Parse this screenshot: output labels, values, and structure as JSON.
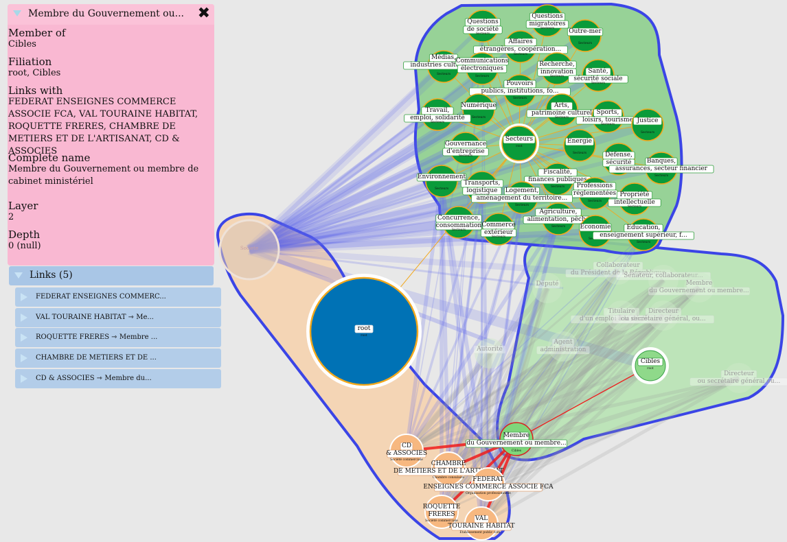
{
  "info": {
    "title": "Membre du Gouvernement ou...",
    "member_of_label": "Member of",
    "member_of": "Cibles",
    "filiation_label": "Filiation",
    "filiation": "root, Cibles",
    "links_with_label": "Links with",
    "links_with": "FEDERAT ENSEIGNES COMMERCE ASSOCIE FCA, VAL TOURAINE HABITAT, ROQUETTE FRERES, CHAMBRE DE METIERS ET DE L'ARTISANAT, CD & ASSOCIES",
    "complete_name_label": "Complete name",
    "complete_name": "Membre du Gouvernement ou membre de cabinet ministériel",
    "layer_label": "Layer",
    "layer": "2",
    "depth_label": "Depth",
    "depth": "0 (null)"
  },
  "links": {
    "header": "Links (5)",
    "items": [
      "FEDERAT ENSEIGNES COMMERC...",
      "VAL TOURAINE HABITAT ⇾ Me...",
      "ROQUETTE FRERES ⇾ Membre ...",
      "CHAMBRE DE METIERS ET DE ...",
      "CD & ASSOCIES ⇾ Membre du..."
    ]
  },
  "graph": {
    "root_label": "root",
    "root_sub": "root",
    "secteurs_hub": "Secteurs",
    "secteurs_sub": "root",
    "cibles_hub": "Cibles",
    "cibles_sub": "root",
    "faded_label": "Societe",
    "membre_label": [
      "Membre",
      "du Gouvernement ou membre..."
    ],
    "membre_sub": "Cibles",
    "secteur_sub": "Secteurs",
    "sector_nodes": [
      {
        "id": "questions-migratoires",
        "label": [
          "Questions",
          "migratoires"
        ]
      },
      {
        "id": "questions-societe",
        "label": [
          "Questions",
          "de société"
        ]
      },
      {
        "id": "outre-mer",
        "label": [
          "Outre-mer"
        ]
      },
      {
        "id": "affaires",
        "label": [
          "Affaires",
          "étrangères, coopération..."
        ]
      },
      {
        "id": "medias",
        "label": [
          "Médias,",
          "industries culturelles"
        ]
      },
      {
        "id": "communications",
        "label": [
          "Communications",
          "électroniques"
        ]
      },
      {
        "id": "recherche",
        "label": [
          "Recherche,",
          "innovation"
        ]
      },
      {
        "id": "sante",
        "label": [
          "Santé,",
          "sécurité sociale"
        ]
      },
      {
        "id": "pouvoirs",
        "label": [
          "Pouvoirs",
          "publics, institutions, fo..."
        ]
      },
      {
        "id": "numerique",
        "label": [
          "Numérique"
        ]
      },
      {
        "id": "travail",
        "label": [
          "Travail,",
          "emploi, solidarité"
        ]
      },
      {
        "id": "arts",
        "label": [
          "Arts,",
          "patrimoine culturel"
        ]
      },
      {
        "id": "sports",
        "label": [
          "Sports,",
          "loisirs, tourisme"
        ]
      },
      {
        "id": "justice",
        "label": [
          "Justice"
        ]
      },
      {
        "id": "gouvernance",
        "label": [
          "Gouvernance",
          "d'entreprise"
        ]
      },
      {
        "id": "energie",
        "label": [
          "Energie"
        ]
      },
      {
        "id": "defense",
        "label": [
          "Défense,",
          "sécurité"
        ]
      },
      {
        "id": "banques",
        "label": [
          "Banques,",
          "assurances, secteur financier"
        ]
      },
      {
        "id": "environnement",
        "label": [
          "Environnement"
        ]
      },
      {
        "id": "fiscalite",
        "label": [
          "Fiscalité,",
          "finances publiques"
        ]
      },
      {
        "id": "transports",
        "label": [
          "Transports,",
          "logistique"
        ]
      },
      {
        "id": "professions",
        "label": [
          "Professions",
          "réglementées"
        ]
      },
      {
        "id": "logement",
        "label": [
          "Logement,",
          "aménagement du territoire..."
        ]
      },
      {
        "id": "propriete",
        "label": [
          "Propriété",
          "intellectuelle"
        ]
      },
      {
        "id": "concurrence",
        "label": [
          "Concurrence,",
          "consommation"
        ]
      },
      {
        "id": "commerce",
        "label": [
          "Commerce",
          "extérieur"
        ]
      },
      {
        "id": "agriculture",
        "label": [
          "Agriculture,",
          "alimentation, pêche"
        ]
      },
      {
        "id": "economie",
        "label": [
          "Economie"
        ]
      },
      {
        "id": "education",
        "label": [
          "Education,",
          "enseignement supérieur, f..."
        ]
      }
    ],
    "faded_nodes": [
      {
        "id": "collaborateur-president",
        "label": [
          "Collaborateur",
          "du Président de la République"
        ]
      },
      {
        "id": "collaborateur-senat",
        "label": [
          "Sénateur, collaborateur..."
        ]
      },
      {
        "id": "membre-faded",
        "label": [
          "Membre",
          "du Gouvernement ou membre..."
        ]
      },
      {
        "id": "titulaire",
        "label": [
          "Titulaire",
          "d'un emploi à la décision..."
        ]
      },
      {
        "id": "directeur-secretaire",
        "label": [
          "Directeur",
          "ou secrétaire général, ou..."
        ]
      },
      {
        "id": "directeur-2",
        "label": [
          "Directeur",
          "ou secrétaire général ou..."
        ]
      },
      {
        "id": "deput",
        "label": [
          "Député"
        ]
      },
      {
        "id": "autorite",
        "label": [
          "Autorité"
        ]
      },
      {
        "id": "agent",
        "label": [
          "Agent",
          "administration"
        ]
      }
    ],
    "org_nodes": [
      {
        "id": "cd-associes",
        "label": [
          "CD",
          "& ASSOCIES"
        ],
        "sub": "Société commerciale"
      },
      {
        "id": "chambre-metiers",
        "label": [
          "CHAMBRE",
          "DE METIERS ET DE L'ARTISANAT"
        ],
        "sub": "Chambre consulaire"
      },
      {
        "id": "federat",
        "label": [
          "FEDERAT",
          "ENSEIGNES COMMERCE ASSOCIE FCA"
        ],
        "sub": "Organisation professionnelle"
      },
      {
        "id": "roquette",
        "label": [
          "ROQUETTE",
          "FRERES"
        ],
        "sub": "Société commerciale"
      },
      {
        "id": "val-touraine",
        "label": [
          "VAL",
          "TOURAINE HABITAT"
        ],
        "sub": "Etablissement public com..."
      }
    ],
    "colors": {
      "background": "#e8e8e8",
      "sector_hull": "#8fcf8f",
      "cibles_hull": "#b5e3b0",
      "org_hull": "#f6cfa8",
      "hull_stroke": "#3b45e6",
      "sector_node": "#0a9b3a",
      "node_ring": "#f2a81d",
      "root_node": "#0072b5",
      "org_node": "#f7b880",
      "selected_link": "#ee1c1c",
      "label_border_sector": "#2f9e3b",
      "label_border_faded": "#d6d6d6"
    }
  }
}
